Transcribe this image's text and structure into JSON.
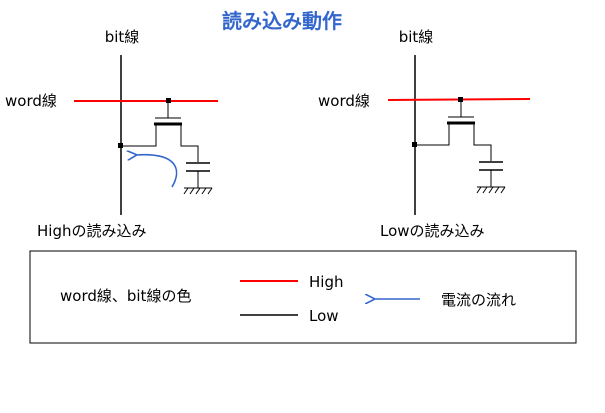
{
  "title": "読み込み動作",
  "colors": {
    "high": "#ff0000",
    "low": "#000000",
    "current": "#3366cc",
    "title": "#3366cc"
  },
  "left_circuit": {
    "bit_label": "bit線",
    "word_label": "word線",
    "caption": "Highの読み込み"
  },
  "right_circuit": {
    "bit_label": "bit線",
    "word_label": "word線",
    "caption": "Lowの読み込み"
  },
  "legend": {
    "line_color_label": "word線、bit線の色",
    "high_label": "High",
    "low_label": "Low",
    "current_label": "電流の流れ"
  }
}
